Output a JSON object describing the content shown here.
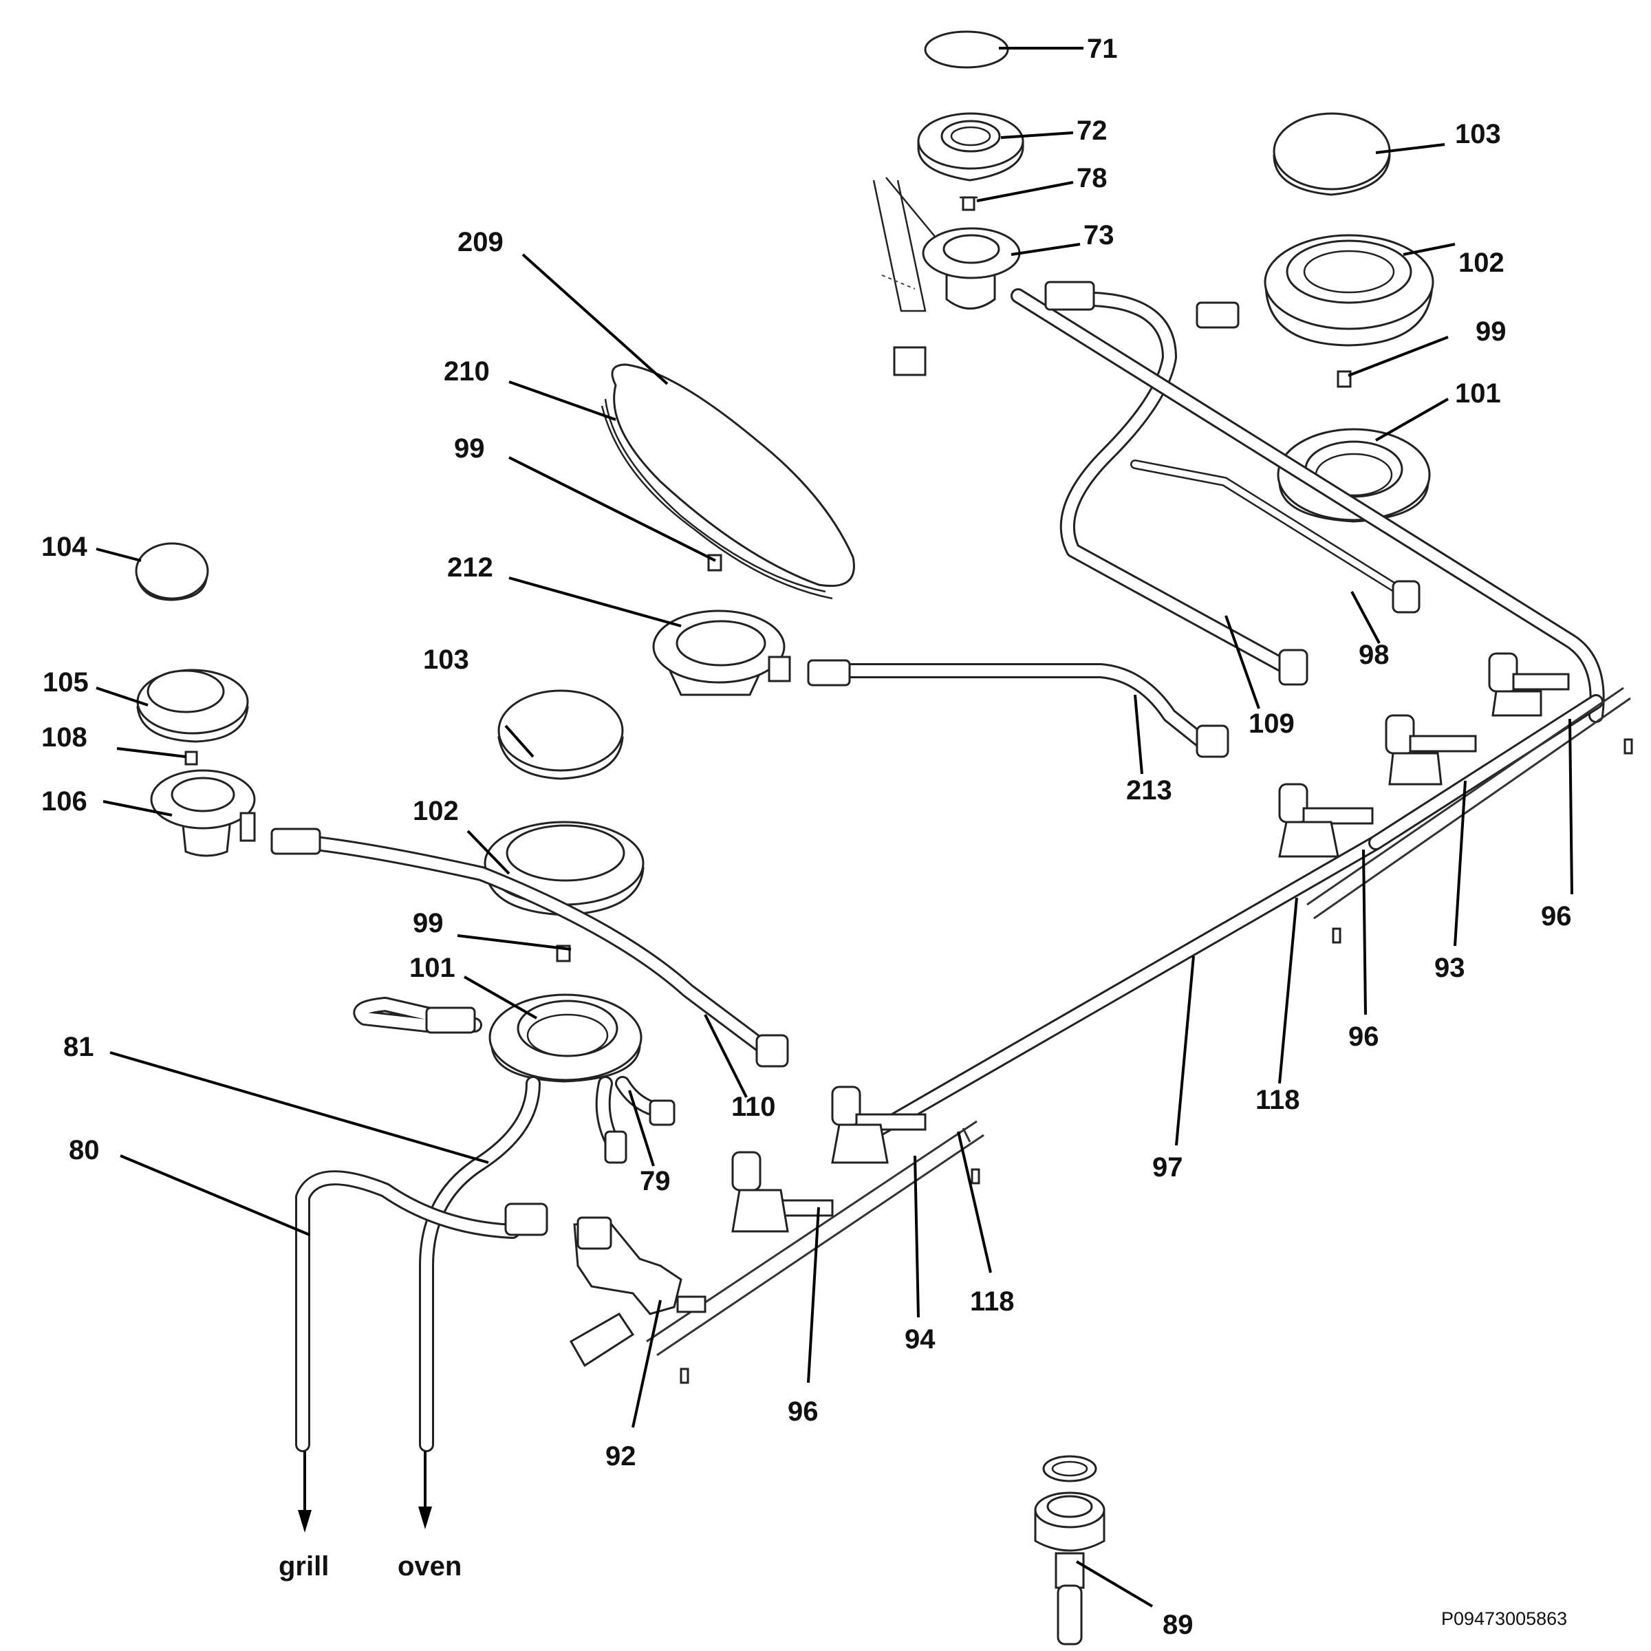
{
  "diagram": {
    "labels": [
      {
        "id": "71",
        "text": "71"
      },
      {
        "id": "72",
        "text": "72"
      },
      {
        "id": "78",
        "text": "78"
      },
      {
        "id": "73",
        "text": "73"
      },
      {
        "id": "103a",
        "text": "103"
      },
      {
        "id": "102a",
        "text": "102"
      },
      {
        "id": "99a",
        "text": "99"
      },
      {
        "id": "101a",
        "text": "101"
      },
      {
        "id": "209",
        "text": "209"
      },
      {
        "id": "210",
        "text": "210"
      },
      {
        "id": "99b",
        "text": "99"
      },
      {
        "id": "104",
        "text": "104"
      },
      {
        "id": "212",
        "text": "212"
      },
      {
        "id": "105",
        "text": "105"
      },
      {
        "id": "103b",
        "text": "103"
      },
      {
        "id": "108",
        "text": "108"
      },
      {
        "id": "106",
        "text": "106"
      },
      {
        "id": "102b",
        "text": "102"
      },
      {
        "id": "98",
        "text": "98"
      },
      {
        "id": "109",
        "text": "109"
      },
      {
        "id": "213",
        "text": "213"
      },
      {
        "id": "96a",
        "text": "96"
      },
      {
        "id": "93",
        "text": "93"
      },
      {
        "id": "96b",
        "text": "96"
      },
      {
        "id": "99c",
        "text": "99"
      },
      {
        "id": "101b",
        "text": "101"
      },
      {
        "id": "81",
        "text": "81"
      },
      {
        "id": "110",
        "text": "110"
      },
      {
        "id": "118a",
        "text": "118"
      },
      {
        "id": "97",
        "text": "97"
      },
      {
        "id": "80",
        "text": "80"
      },
      {
        "id": "79",
        "text": "79"
      },
      {
        "id": "118b",
        "text": "118"
      },
      {
        "id": "94",
        "text": "94"
      },
      {
        "id": "96c",
        "text": "96"
      },
      {
        "id": "92",
        "text": "92"
      },
      {
        "id": "89",
        "text": "89"
      }
    ],
    "outlets": {
      "grill": "grill",
      "oven": "oven"
    },
    "reference_code": "P09473005863"
  }
}
